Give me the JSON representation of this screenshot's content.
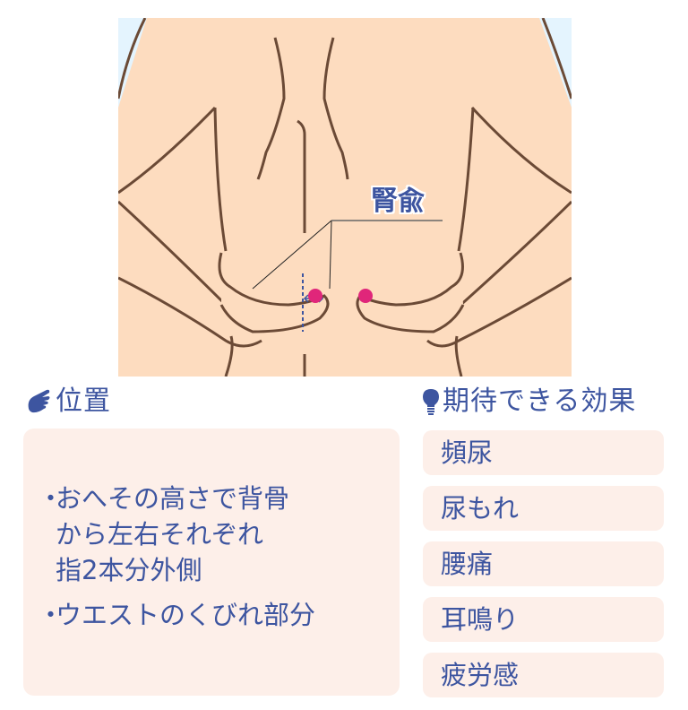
{
  "illustration": {
    "point_label": "腎兪",
    "colors": {
      "background": "#e4f4fe",
      "skin": "#fddcbf",
      "outline": "#6b4a36",
      "point": "#e0267a",
      "label": "#3d55a0"
    }
  },
  "position_section": {
    "icon": "pointing-hand-icon",
    "title": "位置",
    "bullets": [
      {
        "marker": "・",
        "lines": [
          "おへその高さで背骨",
          "から左右それぞれ",
          "指2本分外側"
        ]
      },
      {
        "marker": "・",
        "lines": [
          "ウエストのくびれ部分"
        ]
      }
    ]
  },
  "effects_section": {
    "icon": "lightbulb-icon",
    "title": "期待できる効果",
    "items": [
      "頻尿",
      "尿もれ",
      "腰痛",
      "耳鳴り",
      "疲労感"
    ]
  },
  "colors": {
    "text": "#3d55a0",
    "box_background": "#fdefe9"
  }
}
